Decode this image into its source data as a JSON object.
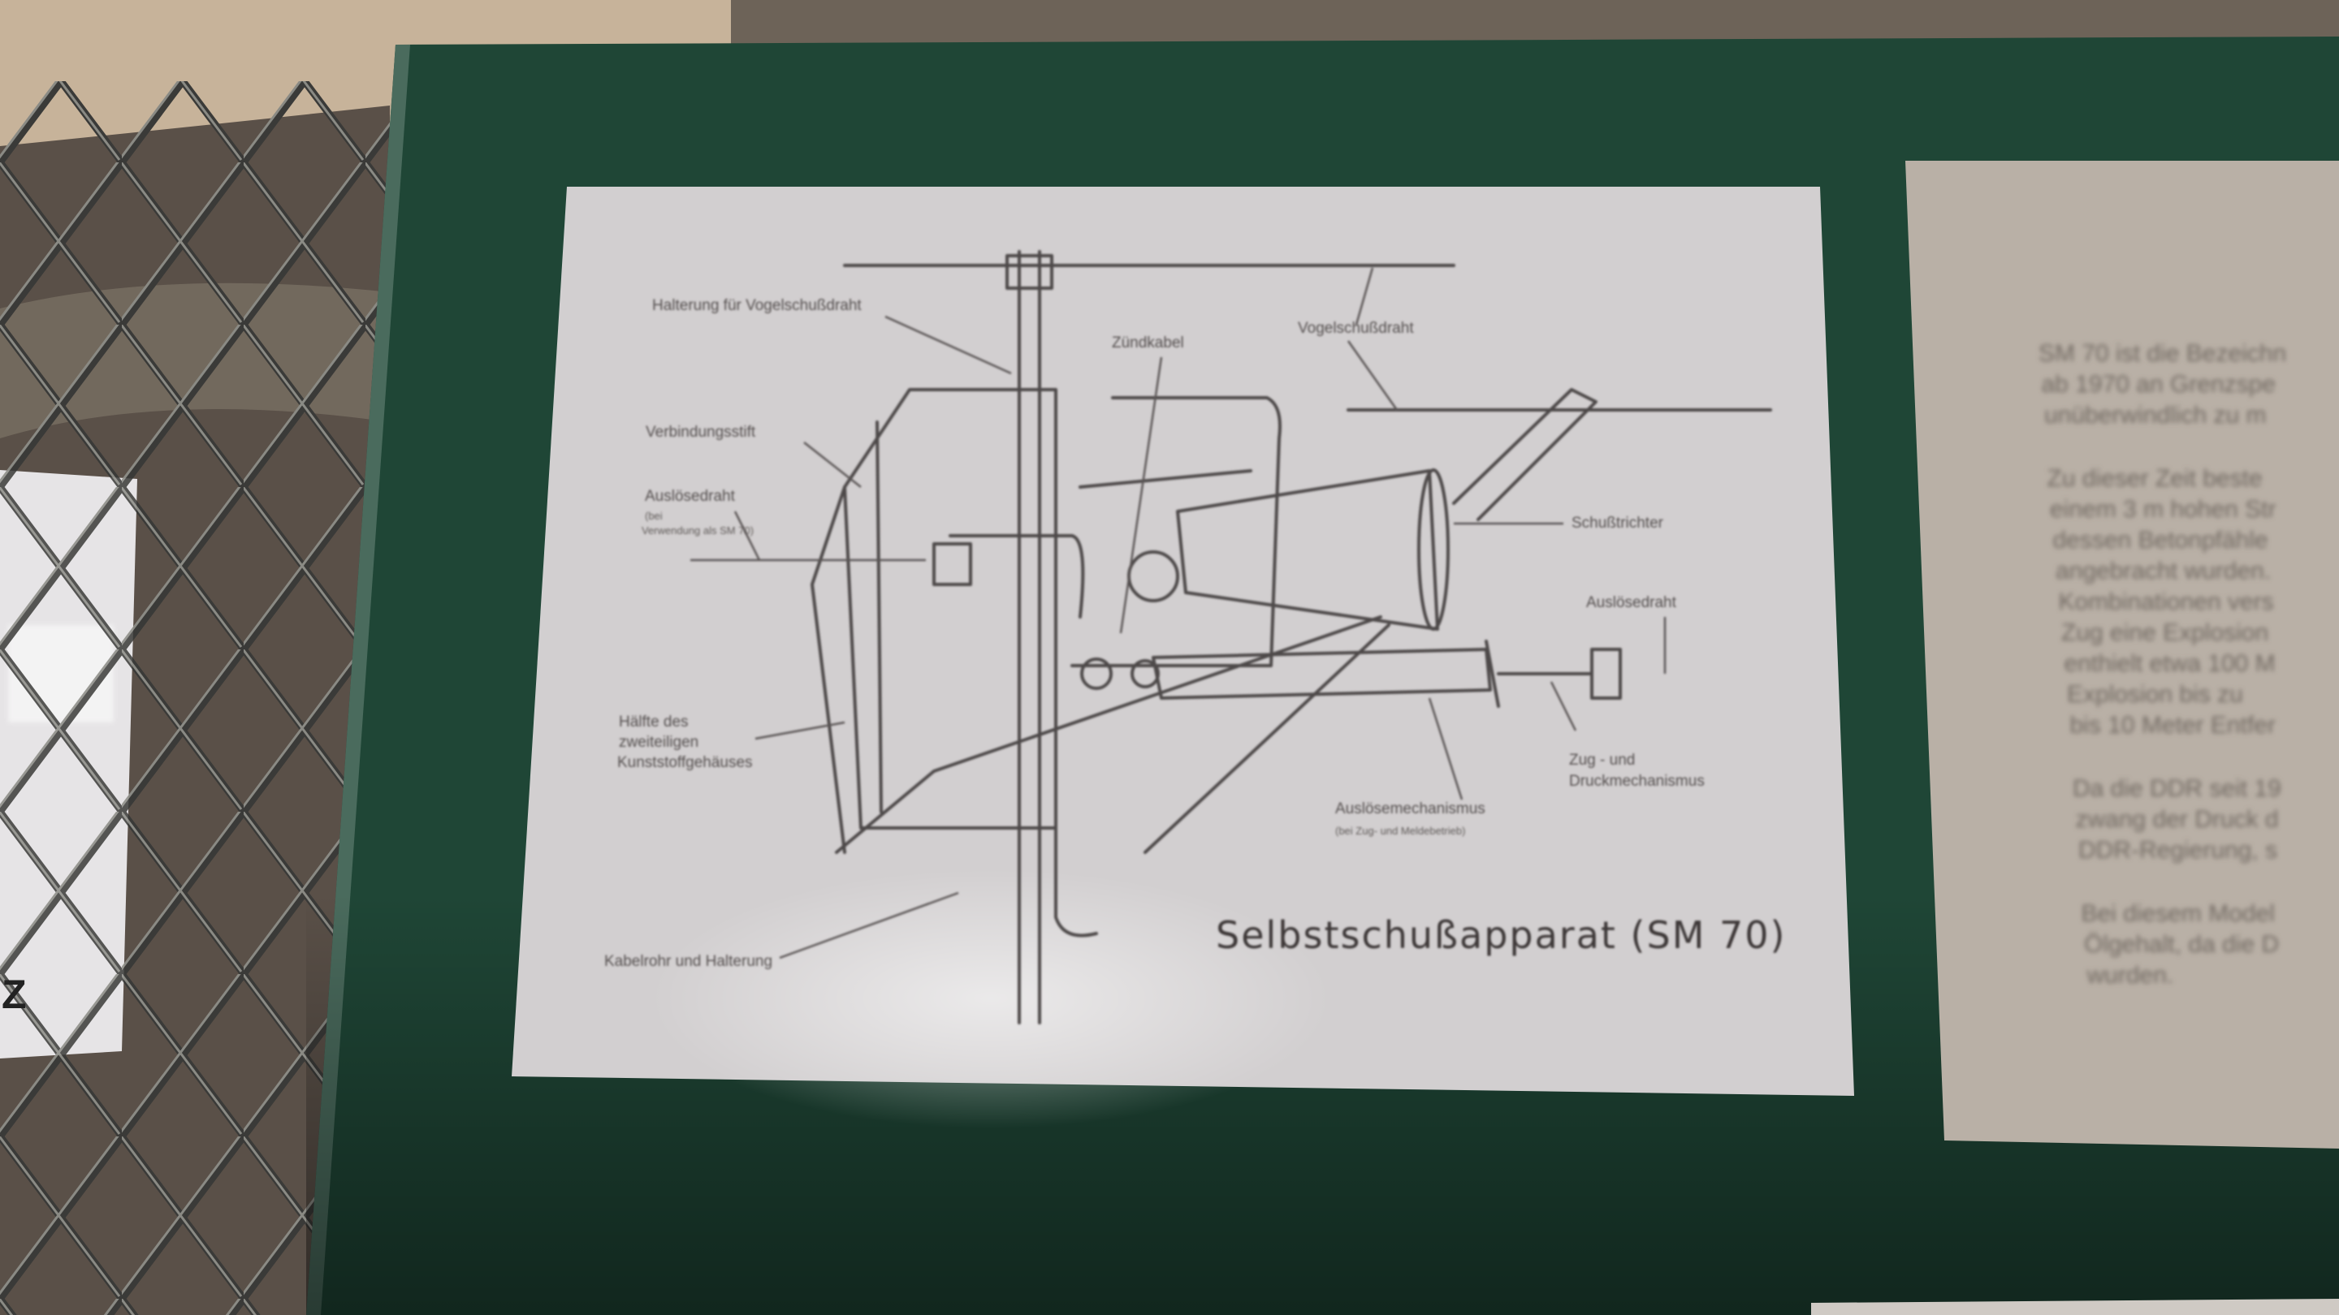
{
  "scene": {
    "description_colors": {
      "board_green": "#1f4636",
      "paper": "#d2cfcf",
      "wall": "#c9b69c"
    }
  },
  "diagram": {
    "title": "Selbstschußapparat (SM 70)",
    "labels": {
      "halterung": "Halterung für Vogelschußdraht",
      "zuendkabel": "Zündkabel",
      "vogelschussdraht": "Vogelschußdraht",
      "verbindungsstift": "Verbindungsstift",
      "ausloesedraht_left": "Auslösedraht",
      "ausloesedraht_left_note1": "(bei",
      "ausloesedraht_left_note2": "Verwendung als SM 70)",
      "schusstrichter": "Schußtrichter",
      "ausloesedraht_right": "Auslösedraht",
      "gehaeuse_1": "Hälfte des",
      "gehaeuse_2": "zweiteiligen",
      "gehaeuse_3": "Kunststoffgehäuses",
      "zug_1": "Zug - und",
      "zug_2": "Druckmechanismus",
      "ausloesemech_1": "Auslösemechanismus",
      "ausloesemech_2": "(bei Zug- und Meldebetrieb)",
      "kabelrohr": "Kabelrohr und Halterung"
    }
  },
  "info_panel": {
    "lines": [
      "SM 70 ist die Bezeichn",
      "ab 1970 an Grenzspe",
      "unüberwindlich zu m",
      "Zu dieser Zeit beste",
      "einem 3 m hohen Str",
      "dessen Betonpfähle",
      "angebracht wurden.",
      "Kombinationen vers",
      "Zug eine Explosion",
      "enthielt etwa 100 M",
      "Explosion bis zu",
      "bis 10 Meter Entfer",
      "Da die DDR seit 19",
      "zwang der Druck d",
      "DDR-Regierung, s",
      "Bei diesem Model",
      "Ölgehalt, da die D",
      "wurden."
    ]
  },
  "left_sign": {
    "letter": "Z"
  }
}
